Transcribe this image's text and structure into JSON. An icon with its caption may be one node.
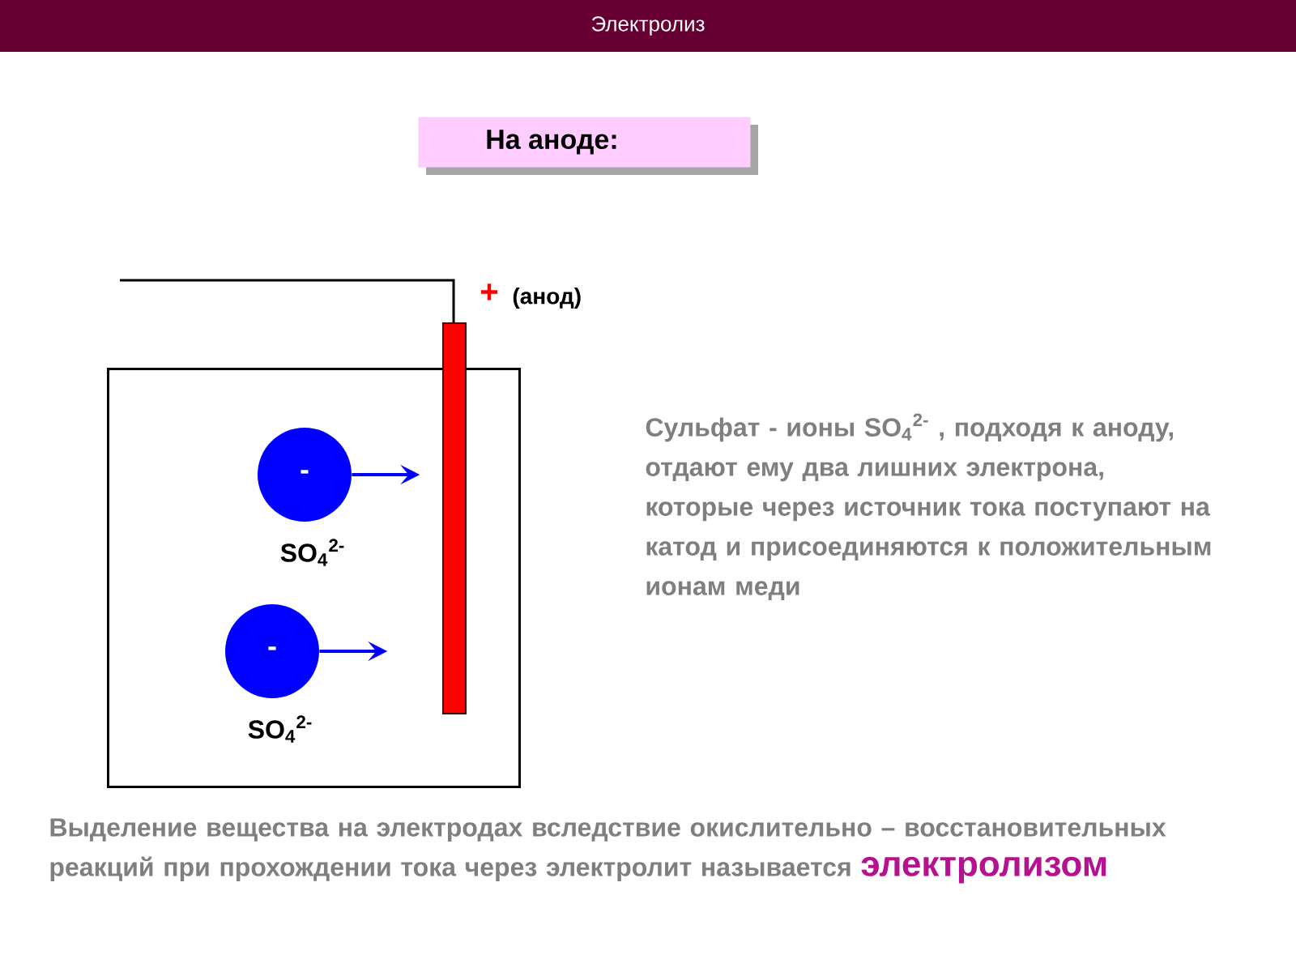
{
  "diagram": {
    "title": "Электролиз",
    "nodes": [
      {
        "text": [
          "На аноде:"
        ]
      },
      {
        "text": [],
        "shape": "box"
      },
      {
        "text": [],
        "shape": "bar",
        "beside": [
          "+",
          "(анод)"
        ]
      },
      {
        "text": [
          "-"
        ],
        "in": 1,
        "beside": [
          "SO$_{4}$$^{2-}$"
        ]
      },
      {
        "text": [
          "-"
        ],
        "in": 1,
        "beside": [
          "SO$_{4}$$^{2-}$"
        ]
      }
    ],
    "edges": [
      {
        "from": 3,
        "to": null,
        "arrow": "to"
      },
      {
        "from": 4,
        "to": null,
        "arrow": "to"
      }
    ],
    "labels": [
      "Сульфат - ионы SO$_{4}$$^{2-}$ , подходя к аноду, отдают ему два лишних электрона, которые через источник тока поступают на катод и присоединяются к положительным ионам меди",
      "Выделение вещества на электродах вследствие окислительно – восстановительных реакций  при прохождении тока через электролит называется **электролизом**"
    ]
  }
}
